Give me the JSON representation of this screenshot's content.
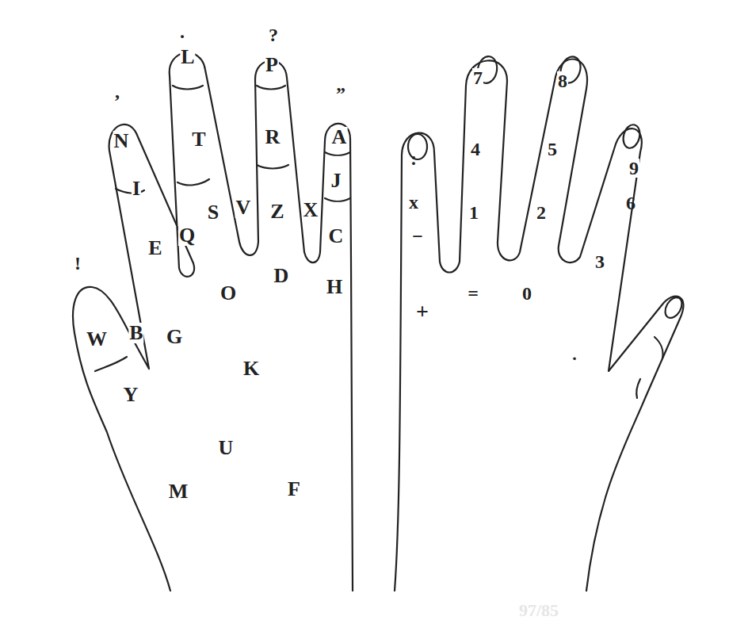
{
  "diagram": {
    "labels": [
      ",",
      ".",
      "?",
      "”",
      "!",
      "N",
      "I",
      "E",
      "Q",
      "L",
      "T",
      "S",
      "P",
      "R",
      "V",
      "Z",
      "X",
      "A",
      "J",
      "C",
      "D",
      "H",
      "O",
      "W",
      "B",
      "G",
      "K",
      "Y",
      "U",
      "M",
      "F",
      ":",
      "x",
      "−",
      "+",
      "7",
      "4",
      "1",
      "8",
      "5",
      "2",
      "9",
      "6",
      "3",
      "=",
      "0",
      ".",
      "97/85"
    ]
  }
}
